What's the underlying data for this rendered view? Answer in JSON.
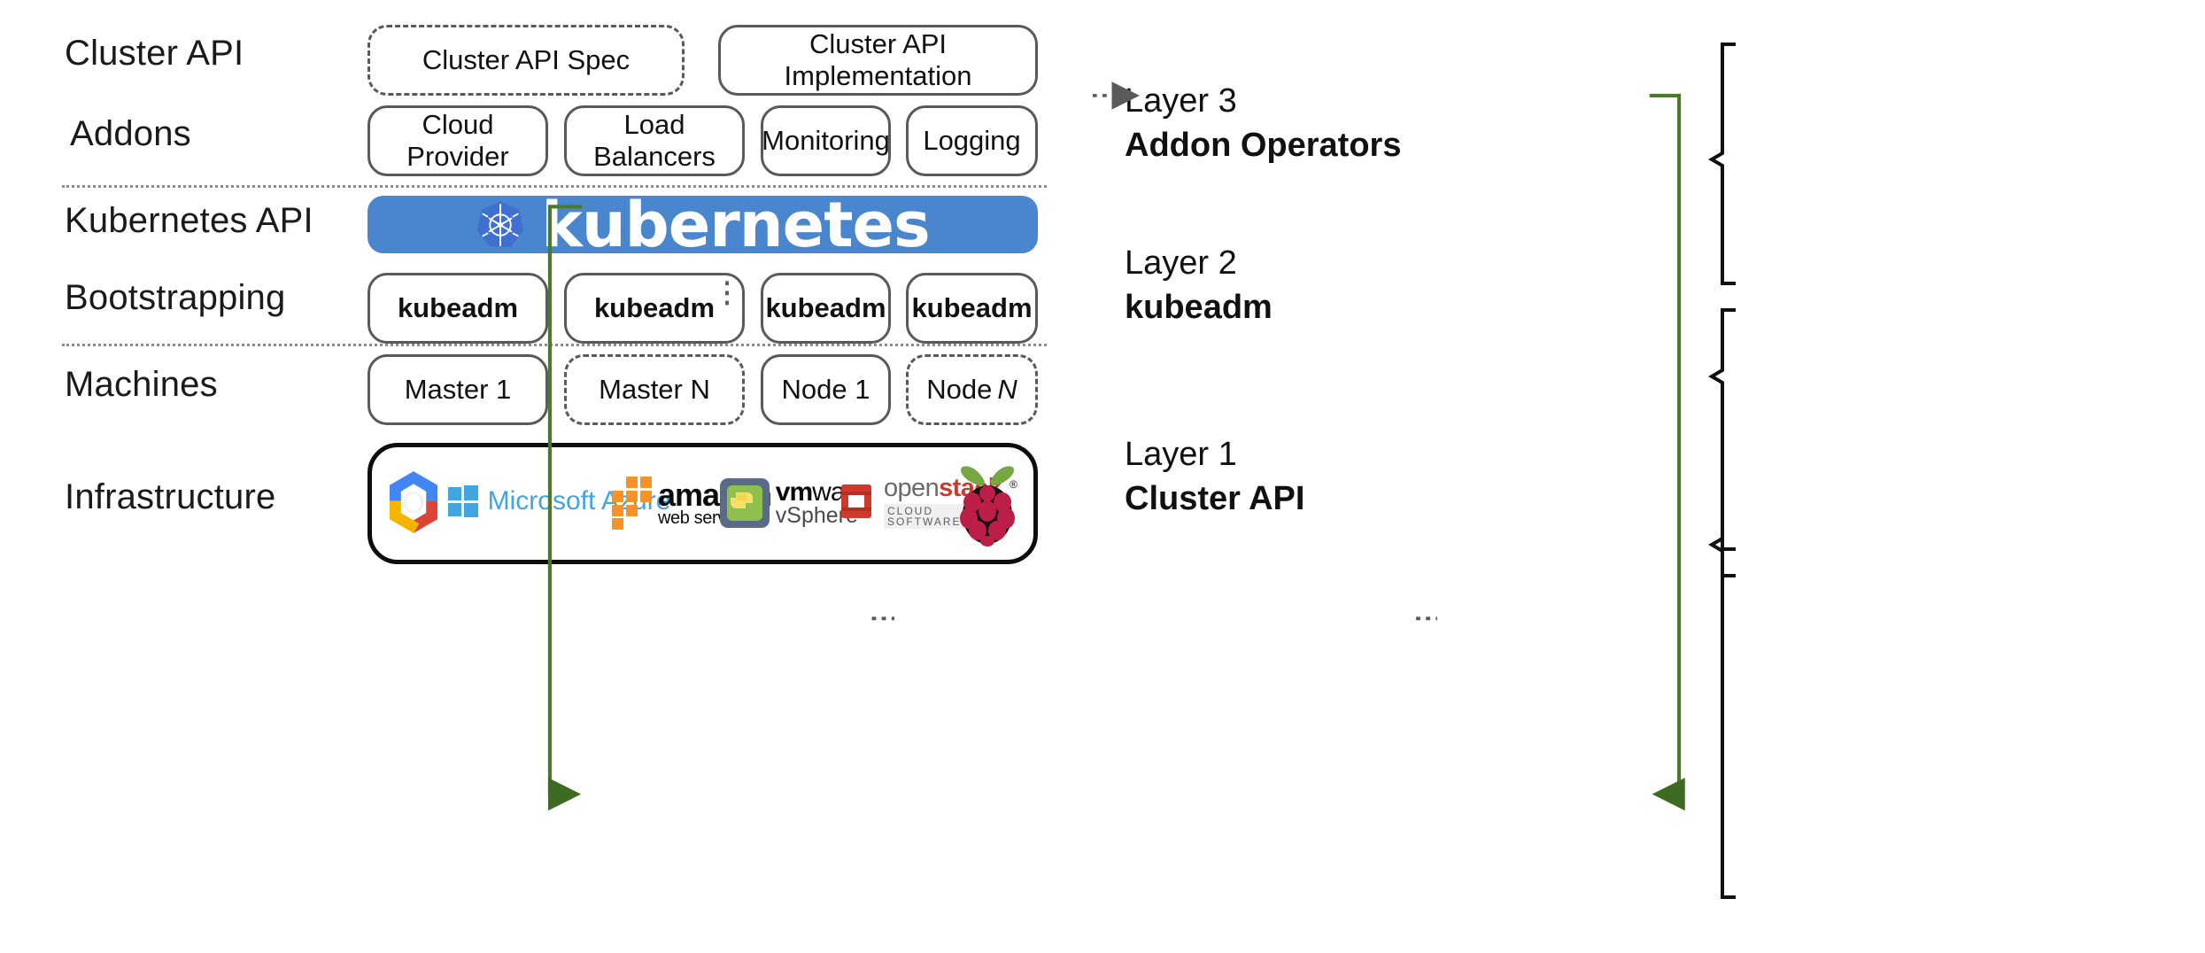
{
  "diagram": {
    "title": "Kubernetes Cluster API layered architecture",
    "accent_green": "#4a7a28",
    "kubernetes_blue": "#4a86cd",
    "box_border": "#595959"
  },
  "row_labels": [
    {
      "id": "cluster-api",
      "text": "Cluster API"
    },
    {
      "id": "addons",
      "text": "Addons"
    },
    {
      "id": "kubernetes-api",
      "text": "Kubernetes API"
    },
    {
      "id": "bootstrapping",
      "text": "Bootstrapping"
    },
    {
      "id": "machines",
      "text": "Machines"
    },
    {
      "id": "infrastructure",
      "text": "Infrastructure"
    }
  ],
  "cluster_api_row": {
    "spec_box": {
      "label": "Cluster API Spec",
      "style": "dashed"
    },
    "implementation_box": {
      "label": "Cluster API Implementation",
      "style": "solid"
    },
    "connector": "dotted-arrow-right"
  },
  "addons_row": {
    "boxes": [
      {
        "label": "Cloud Provider"
      },
      {
        "label": "Load Balancers"
      },
      {
        "label": "Monitoring"
      },
      {
        "label": "Logging"
      }
    ]
  },
  "kubernetes_row": {
    "wordmark": "kubernetes",
    "logo_name": "kubernetes-helm-wheel-icon"
  },
  "bootstrapping_row": {
    "boxes": [
      {
        "label": "kubeadm"
      },
      {
        "label": "kubeadm"
      },
      {
        "label": "kubeadm"
      },
      {
        "label": "kubeadm"
      }
    ]
  },
  "machines_row": {
    "boxes": [
      {
        "label": "Master 1",
        "style": "solid",
        "italic_suffix": ""
      },
      {
        "label": "Master N",
        "style": "dashed",
        "italic_suffix": ""
      },
      {
        "label": "Node 1",
        "style": "solid",
        "italic_suffix": ""
      },
      {
        "label": "Node",
        "style": "dashed",
        "italic_suffix": "N"
      }
    ]
  },
  "infrastructure_row": {
    "providers": [
      {
        "name": "google-cloud-platform-logo",
        "label": "Google Cloud Platform"
      },
      {
        "name": "microsoft-azure-logo",
        "label": "Microsoft Azure"
      },
      {
        "name": "amazon-web-services-logo",
        "label": "amazon web services"
      },
      {
        "name": "vmware-vsphere-logo",
        "label": "vmware vSphere"
      },
      {
        "name": "openstack-logo",
        "label": "openstack CLOUD SOFTWARE"
      },
      {
        "name": "raspberry-pi-logo",
        "label": "Raspberry Pi"
      }
    ],
    "azure_text": "Microsoft Azure",
    "aws_text_top": "amazon",
    "aws_text_bottom": "web services",
    "vmware_text_top_a": "vm",
    "vmware_text_top_b": "ware",
    "vmware_text_bottom": "vSphere",
    "openstack_text_a": "open",
    "openstack_text_b": "stack",
    "openstack_text_sub": "CLOUD SOFTWARE"
  },
  "layers": [
    {
      "id": "layer-3",
      "number": "Layer 3",
      "name": "Addon Operators"
    },
    {
      "id": "layer-2",
      "number": "Layer 2",
      "name": "kubeadm"
    },
    {
      "id": "layer-1",
      "number": "Layer 1",
      "name": "Cluster API"
    }
  ]
}
